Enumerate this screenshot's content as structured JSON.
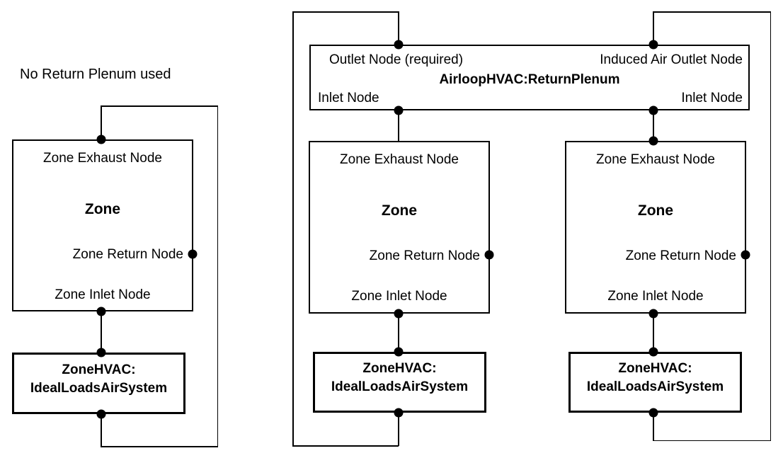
{
  "colors": {
    "background": "#ffffff",
    "line": "#000000",
    "node_dot": "#000000",
    "text": "#000000"
  },
  "left_diagram": {
    "title": "No Return Plenum used",
    "zone": {
      "exhaust_node": "Zone Exhaust Node",
      "name": "Zone",
      "return_node": "Zone Return Node",
      "inlet_node": "Zone Inlet Node"
    },
    "ideal_loads": {
      "line1": "ZoneHVAC:",
      "line2": "IdealLoadsAirSystem"
    }
  },
  "plenum_diagram": {
    "plenum": {
      "outlet_node": "Outlet Node (required)",
      "induced_air_outlet_node": "Induced Air Outlet Node",
      "title": "AirloopHVAC:ReturnPlenum",
      "inlet_node_left": "Inlet Node",
      "inlet_node_right": "Inlet Node"
    },
    "zone_left": {
      "exhaust_node": "Zone Exhaust Node",
      "name": "Zone",
      "return_node": "Zone Return Node",
      "inlet_node": "Zone Inlet Node"
    },
    "ideal_loads_left": {
      "line1": "ZoneHVAC:",
      "line2": "IdealLoadsAirSystem"
    },
    "zone_right": {
      "exhaust_node": "Zone Exhaust Node",
      "name": "Zone",
      "return_node": "Zone Return Node",
      "inlet_node": "Zone Inlet Node"
    },
    "ideal_loads_right": {
      "line1": "ZoneHVAC:",
      "line2": "IdealLoadsAirSystem"
    }
  }
}
